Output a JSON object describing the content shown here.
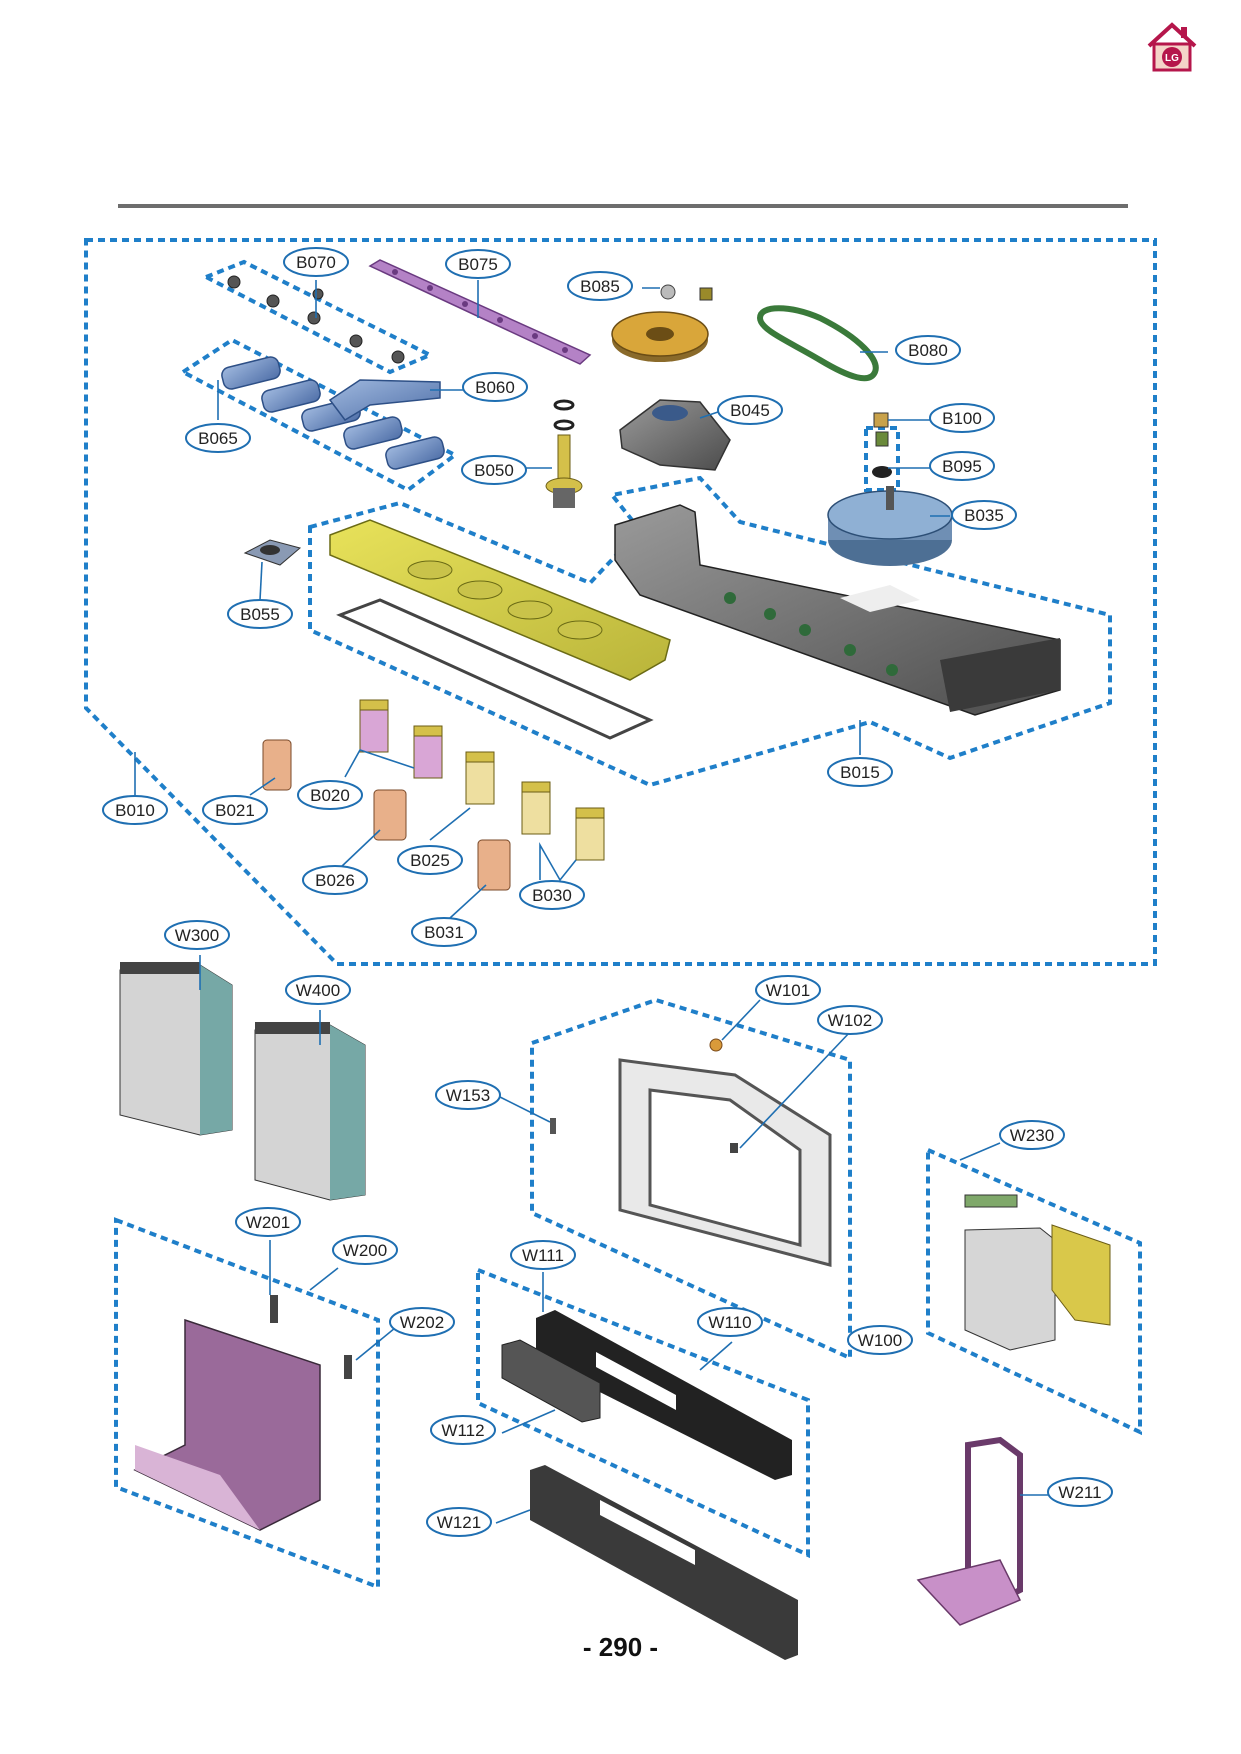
{
  "page": {
    "number": "- 290 -"
  },
  "logo": {
    "text": "LG",
    "icon": "lg-home-logo-icon",
    "color": "#b5164b"
  },
  "colors": {
    "callout": "#1f6fb2",
    "dashed": "#1f7fc9",
    "rule": "#6d6d6d"
  },
  "callouts": [
    {
      "id": "B070",
      "label": "B070"
    },
    {
      "id": "B075",
      "label": "B075"
    },
    {
      "id": "B085",
      "label": "B085"
    },
    {
      "id": "B080",
      "label": "B080"
    },
    {
      "id": "B060",
      "label": "B060"
    },
    {
      "id": "B045",
      "label": "B045"
    },
    {
      "id": "B100",
      "label": "B100"
    },
    {
      "id": "B065",
      "label": "B065"
    },
    {
      "id": "B050",
      "label": "B050"
    },
    {
      "id": "B095",
      "label": "B095"
    },
    {
      "id": "B035",
      "label": "B035"
    },
    {
      "id": "B055",
      "label": "B055"
    },
    {
      "id": "B015",
      "label": "B015"
    },
    {
      "id": "B010",
      "label": "B010"
    },
    {
      "id": "B021",
      "label": "B021"
    },
    {
      "id": "B020",
      "label": "B020"
    },
    {
      "id": "B025",
      "label": "B025"
    },
    {
      "id": "B026",
      "label": "B026"
    },
    {
      "id": "B030",
      "label": "B030"
    },
    {
      "id": "B031",
      "label": "B031"
    },
    {
      "id": "W300",
      "label": "W300"
    },
    {
      "id": "W400",
      "label": "W400"
    },
    {
      "id": "W101",
      "label": "W101"
    },
    {
      "id": "W102",
      "label": "W102"
    },
    {
      "id": "W153",
      "label": "W153"
    },
    {
      "id": "W230",
      "label": "W230"
    },
    {
      "id": "W201",
      "label": "W201"
    },
    {
      "id": "W200",
      "label": "W200"
    },
    {
      "id": "W111",
      "label": "W111"
    },
    {
      "id": "W202",
      "label": "W202"
    },
    {
      "id": "W110",
      "label": "W110"
    },
    {
      "id": "W100",
      "label": "W100"
    },
    {
      "id": "W112",
      "label": "W112"
    },
    {
      "id": "W211",
      "label": "W211"
    },
    {
      "id": "W121",
      "label": "W121"
    }
  ]
}
